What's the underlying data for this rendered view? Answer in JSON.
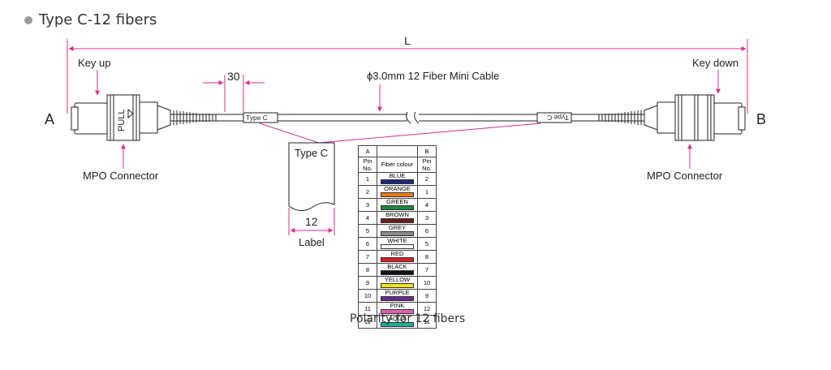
{
  "title": "Type C-12 fibers",
  "labels": {
    "length": "L",
    "key_up": "Key up",
    "key_down": "Key down",
    "end_a": "A",
    "end_b": "B",
    "cable": "ϕ3.0mm 12 Fiber Mini Cable",
    "dim_30": "30",
    "connector_left": "MPO Connector",
    "connector_right": "MPO Connector",
    "pull": "PULL",
    "label_tag_left": "Type C",
    "label_tag_right": "Type C",
    "label_detail_text": "Type C",
    "label_width": "12",
    "label_caption": "Label"
  },
  "table": {
    "header_a": "A",
    "header_b": "B",
    "col_pin_a": "Pin No.",
    "col_fiber": "Fiber colour",
    "col_pin_b": "Pin No.",
    "rows": [
      {
        "a": "1",
        "name": "BLUE",
        "color": "#1f2a7a",
        "b": "2"
      },
      {
        "a": "2",
        "name": "ORANGE",
        "color": "#f07a1a",
        "b": "1"
      },
      {
        "a": "3",
        "name": "GREEN",
        "color": "#1a8a3a",
        "b": "4"
      },
      {
        "a": "4",
        "name": "BROWN",
        "color": "#6b1e1e",
        "b": "3"
      },
      {
        "a": "5",
        "name": "GREY",
        "color": "#8a8a8a",
        "b": "6"
      },
      {
        "a": "6",
        "name": "WHITE",
        "color": "#ffffff",
        "b": "5"
      },
      {
        "a": "7",
        "name": "RED",
        "color": "#d81e2a",
        "b": "8"
      },
      {
        "a": "8",
        "name": "BLACK",
        "color": "#111111",
        "b": "7"
      },
      {
        "a": "9",
        "name": "YELLOW",
        "color": "#f5e21a",
        "b": "10"
      },
      {
        "a": "10",
        "name": "PURPLE",
        "color": "#6a2a8a",
        "b": "9"
      },
      {
        "a": "11",
        "name": "PINK",
        "color": "#e060b0",
        "b": "12"
      },
      {
        "a": "12",
        "name": "AQUA",
        "color": "#1ab0a0",
        "b": "11"
      }
    ]
  },
  "caption": "Polarity for 12 fibers",
  "colors": {
    "callout": "#d6308a",
    "line": "#333333"
  }
}
